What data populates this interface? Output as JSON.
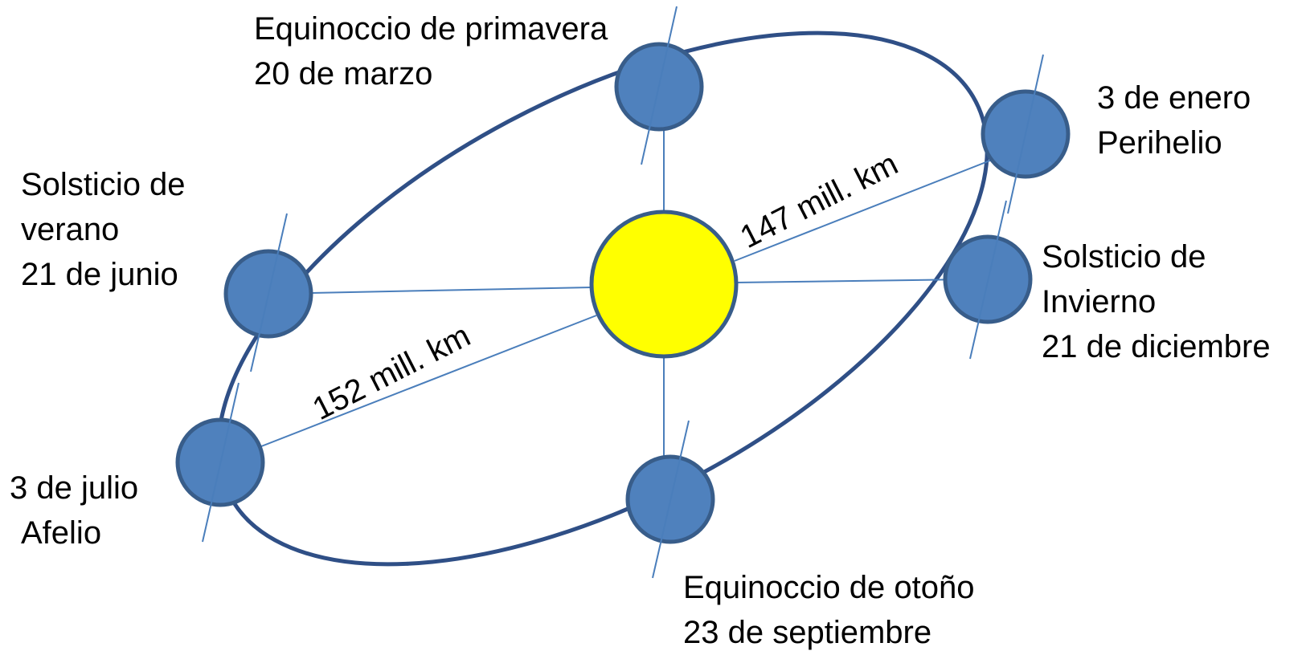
{
  "colors": {
    "orbit": "#2F4F86",
    "earth_fill": "#4F81BD",
    "earth_stroke": "#385D8A",
    "sun_fill": "#FFFF00",
    "sun_stroke": "#385D8A",
    "radius_line": "#4A7EBB",
    "axis_line": "#4A7EBB",
    "text": "#000000"
  },
  "labels": {
    "spring_equinox": {
      "line1": "Equinoccio de primavera",
      "line2": "20 de marzo"
    },
    "perihelion": {
      "line1": "3 de enero",
      "line2": "Perihelio"
    },
    "summer_solstice": {
      "line1": "Solsticio de",
      "line2": "verano",
      "line3": "21 de junio"
    },
    "winter_solstice": {
      "line1": "Solsticio de",
      "line2": "Invierno",
      "line3": "21 de diciembre"
    },
    "aphelion": {
      "line1": "3 de julio",
      "line2": "Afelio"
    },
    "autumn_equinox": {
      "line1": "Equinoccio de otoño",
      "line2": "23 de septiembre"
    }
  },
  "distances": {
    "perihelion": "147 mill. km",
    "aphelion": "152 mill. km"
  }
}
